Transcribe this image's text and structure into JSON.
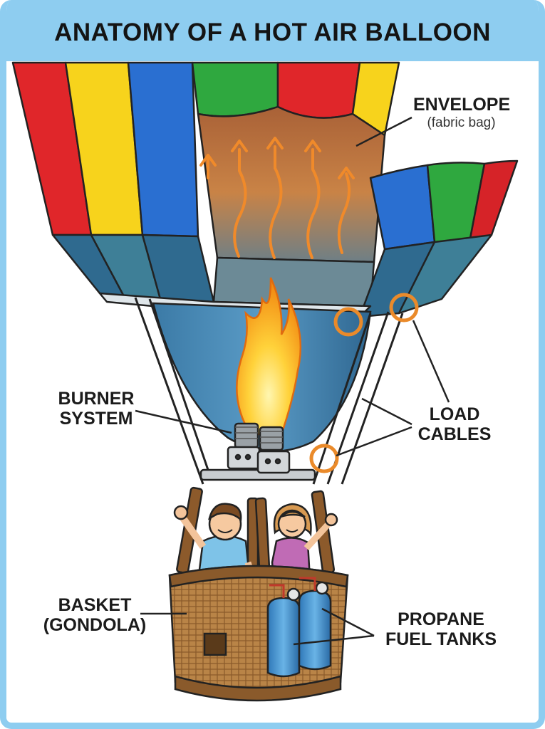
{
  "title": "ANATOMY OF A HOT AIR BALLOON",
  "labels": {
    "envelope": {
      "line1": "ENVELOPE",
      "line2": "(fabric bag)"
    },
    "burner": {
      "line1": "BURNER",
      "line2": "SYSTEM"
    },
    "load_cables": {
      "line1": "LOAD",
      "line2": "CABLES"
    },
    "basket": {
      "line1": "BASKET",
      "line2": "(GONDOLA)"
    },
    "propane": {
      "line1": "PROPANE",
      "line2": "FUEL TANKS"
    }
  },
  "colors": {
    "frame": "#8ecdf0",
    "red": "#e0262a",
    "yellow": "#f7d31c",
    "blue": "#2a6fd1",
    "green": "#2fa83f",
    "teal": "#3e7f97",
    "hot_air": "#b86a3a",
    "flame": "#f7a21b",
    "ring": "#ea8a2a",
    "wicker": "#b07a3f",
    "tank": "#3c8ed0"
  }
}
